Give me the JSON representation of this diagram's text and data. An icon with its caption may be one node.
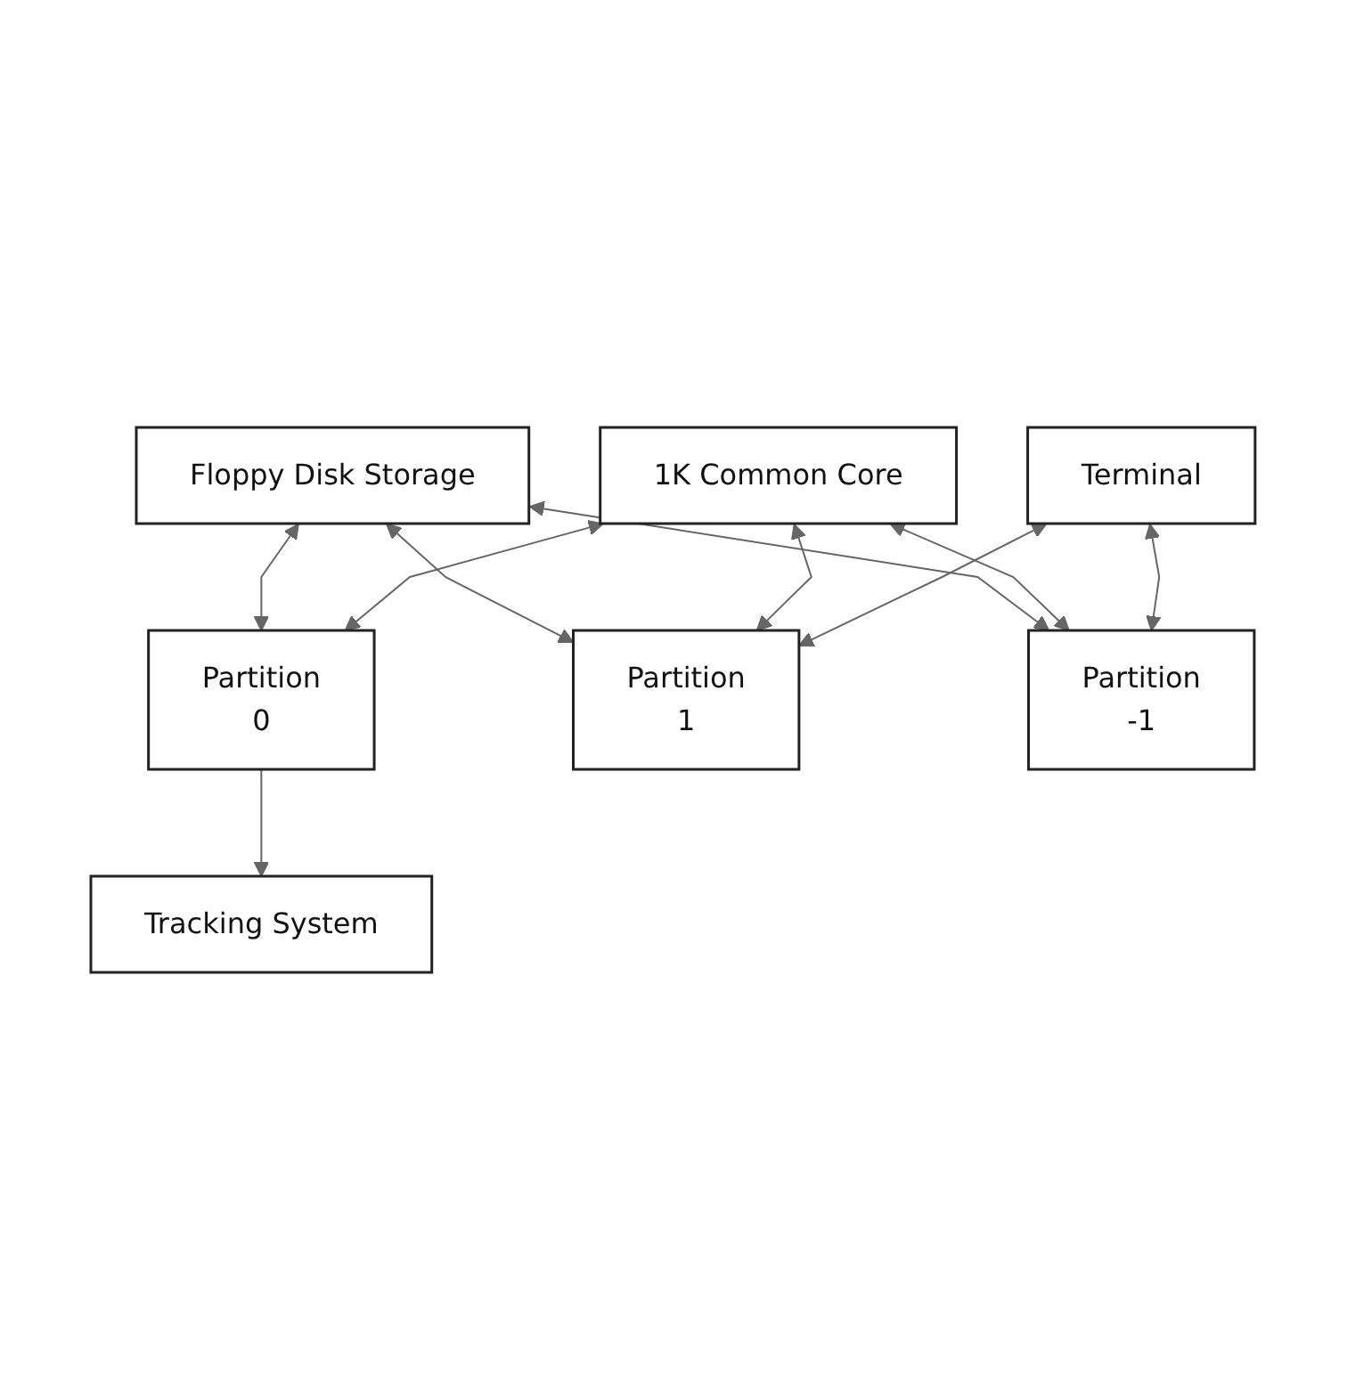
{
  "diagram": {
    "nodes": [
      {
        "text": [
          "Floppy Disk Storage"
        ]
      },
      {
        "text": [
          "1K Common Core"
        ]
      },
      {
        "text": [
          "Partition",
          "0"
        ]
      },
      {
        "text": [
          "Partition",
          "1"
        ]
      },
      {
        "text": [
          "Partition",
          "-1"
        ]
      },
      {
        "text": [
          "Tracking System"
        ]
      },
      {
        "text": [
          "Terminal"
        ]
      }
    ],
    "edges": [
      {
        "from": 0,
        "to": 2,
        "arrow": "both"
      },
      {
        "from": 0,
        "to": 3,
        "arrow": "both"
      },
      {
        "from": 0,
        "to": 4,
        "arrow": "both"
      },
      {
        "from": 1,
        "to": 2,
        "arrow": "both"
      },
      {
        "from": 1,
        "to": 3,
        "arrow": "both"
      },
      {
        "from": 1,
        "to": 4,
        "arrow": "both"
      },
      {
        "from": 2,
        "to": 5,
        "arrow": "to"
      },
      {
        "from": 6,
        "to": 3,
        "arrow": "both"
      },
      {
        "from": 6,
        "to": 4,
        "arrow": "both"
      }
    ]
  }
}
